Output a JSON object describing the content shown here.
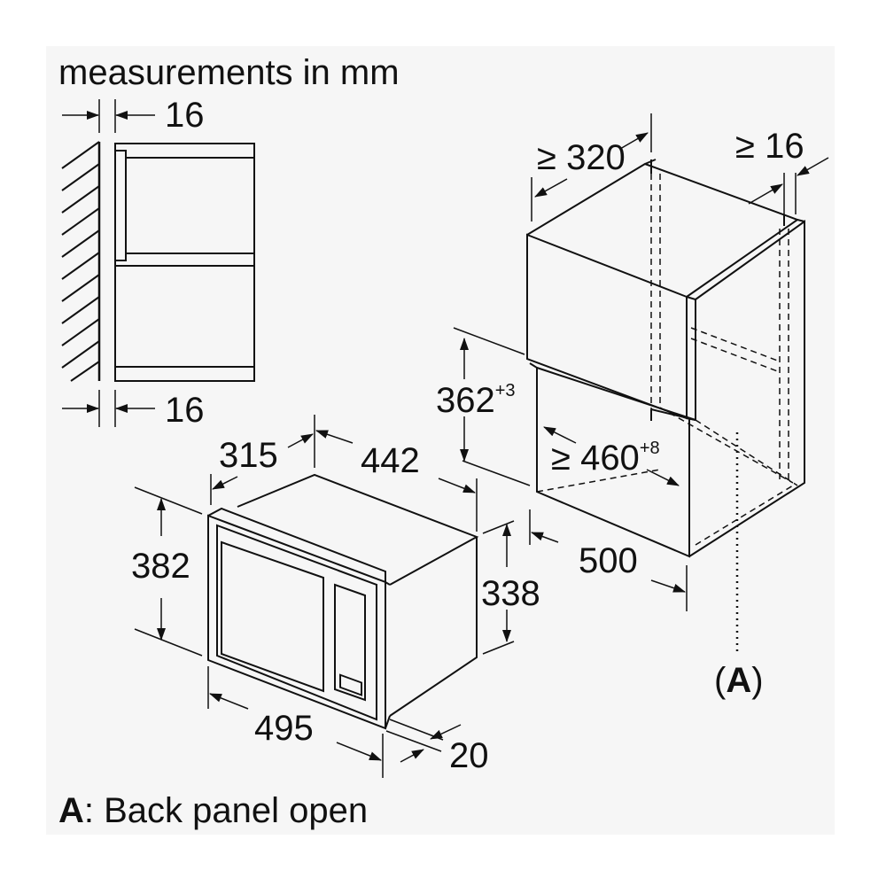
{
  "title": "measurements in mm",
  "side_view": {
    "top_dim": "16",
    "bottom_dim": "16"
  },
  "cabinet": {
    "depth_dim": "≥ 320",
    "top_gap_dim": "≥ 16",
    "height_dim": "362",
    "height_tol": "+3",
    "width_dim": "≥ 460",
    "width_tol": "+8",
    "depth_total_dim": "500",
    "note_marker": "(A)"
  },
  "appliance": {
    "depth_dim": "315",
    "width_dim": "442",
    "height_dim": "382",
    "body_height_dim": "338",
    "front_width_dim": "495",
    "frame_dim": "20"
  },
  "legend": {
    "key": "A",
    "text": ": Back panel open"
  }
}
